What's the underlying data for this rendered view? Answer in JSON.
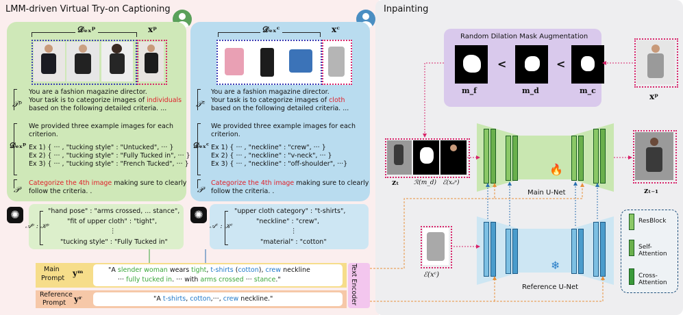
{
  "left_title": "LMM-driven Virtual Try-on Captioning",
  "right_title": "Inpainting",
  "person_panel": {
    "examples_label": "𝒟ₑₓᵖ",
    "query_label": "xᵖ",
    "task_label": "𝒯ᵖ",
    "task_lines": [
      "You are a fashion magazine director.",
      "Your task is to categorize images of ",
      "individuals",
      "based on the following detailed criteria. ..."
    ],
    "examples_side_label": "𝒟ₑₓᵖ",
    "examples_intro": [
      "We provided three example images for each",
      "criterion."
    ],
    "examples": [
      "Ex 1) { ··· , \"tucking style\" : \"Untucked\", ··· }",
      "Ex 2) { ··· , \"tucking style\" : \"Fully Tucked in\", ··· }",
      "Ex 3) { ··· , \"tucking style\" : \"French Tucked\", ··· }"
    ],
    "prompt_label": "𝒫",
    "prompt_red": "Categorize the 4th image",
    "prompt_rest": " making sure to clearly",
    "prompt_line2": "follow the criteria. .",
    "answer_label": "𝒜ᵖ : 𝒦ᵖ",
    "answers": [
      "\"hand pose\" : \"arms crossed, ...  stance\",",
      "\"fit of upper cloth\" : \"tight\",",
      "⋮",
      "\"tucking style\" : \"Fully Tucked in\""
    ]
  },
  "cloth_panel": {
    "examples_label": "𝒟ₑₓᶜ",
    "query_label": "xᶜ",
    "task_label": "𝒯ᶜ",
    "task_lines": [
      "You are a fashion magazine director.",
      "Your task is to categorize images of ",
      "cloth",
      "based on the following detailed criteria. ..."
    ],
    "examples_side_label": "𝒟ₑₓᶜ",
    "examples_intro": [
      "We provided three example images for each",
      "criterion."
    ],
    "examples": [
      "Ex 1) { ··· , \"neckline\" : \"crew\", ··· }",
      "Ex 2) { ··· , \"neckline\" : \"v-neck\", ··· }",
      "Ex 3) { ··· , \"neckline\" : \"off-shoulder\", ···}"
    ],
    "prompt_label": "𝒫",
    "prompt_red": "Categorize the 4th image",
    "prompt_rest": " making sure to clearly",
    "prompt_line2": "follow the criteria. .",
    "answer_label": "𝒜ᶜ : 𝒦ᶜ",
    "answers": [
      "\"upper cloth category\" : \"t-shirts\",",
      "\"neckline\" : \"crew\",",
      "⋮",
      "\"material\" : \"cotton\""
    ]
  },
  "main_prompt": {
    "label_line1": "Main",
    "label_line2": "Prompt",
    "symbol": "yᵐ",
    "line1": [
      "\"A ",
      "slender woman",
      " wears ",
      "tight",
      ", ",
      "t-shirts",
      " (",
      "cotton",
      "), ",
      "crew",
      " neckline"
    ],
    "line2": [
      "··· ",
      "fully tucked in",
      ". ··· with ",
      "arms crossed",
      " ··· ",
      "stance",
      ".\""
    ]
  },
  "reference_prompt": {
    "label_line1": "Reference",
    "label_line2": "Prompt",
    "symbol": "yʳ",
    "line": [
      "\"A ",
      "t-shirts",
      ", ",
      "cotton",
      ",···, ",
      "crew",
      " neckline.\""
    ]
  },
  "text_encoder": "Text Encoder",
  "mask_aug": {
    "title": "Random Dilation Mask Augmentation",
    "labels": [
      "m_f",
      "m_d",
      "m_c"
    ],
    "lt": "<"
  },
  "person_input_label": "xᵖ",
  "inputs": {
    "zt": "zₜ",
    "rm": "ℛ(m_d)",
    "ex": "ℰ(xₐᵖ)"
  },
  "output_label": "zₜ₋₁",
  "main_unet": "Main U-Net",
  "reference_unet": "Reference U-Net",
  "cloth_enc_label": "ℰ(xᶜ)",
  "legend": [
    "ResBlock",
    "Self-Attention",
    "Cross-Attention"
  ],
  "colors": {
    "green_panel": "#cfe8b8",
    "blue_panel": "#b9dcef",
    "purple_panel": "#d9c9ec",
    "main_prompt_bg": "#f6dd8a",
    "ref_prompt_bg": "#f6c8a8",
    "encoder_bg": "#f3c6ee",
    "right_bg": "#efeff1",
    "left_bg": "#fcefef"
  }
}
